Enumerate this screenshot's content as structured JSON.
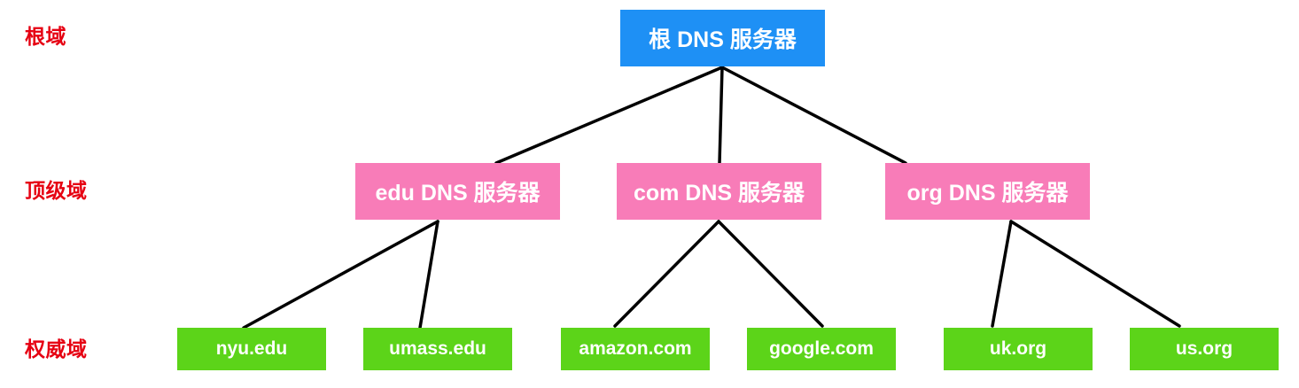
{
  "diagram": {
    "title": "DNS hierarchy",
    "colors": {
      "root": "#1e90f5",
      "tld": "#f87cb8",
      "authoritative": "#5cd419",
      "label": "#e60012",
      "edge": "#000000",
      "background": "#ffffff",
      "node_text": "#ffffff"
    },
    "tier_labels": [
      {
        "text": "根域"
      },
      {
        "text": "顶级域"
      },
      {
        "text": "权威域"
      }
    ],
    "root": {
      "label": "根 DNS 服务器"
    },
    "tlds": [
      {
        "label": "edu DNS 服务器"
      },
      {
        "label": "com DNS 服务器"
      },
      {
        "label": "org DNS 服务器"
      }
    ],
    "authoritative": [
      {
        "label": "nyu.edu"
      },
      {
        "label": "umass.edu"
      },
      {
        "label": "amazon.com"
      },
      {
        "label": "google.com"
      },
      {
        "label": "uk.org"
      },
      {
        "label": "us.org"
      }
    ]
  }
}
